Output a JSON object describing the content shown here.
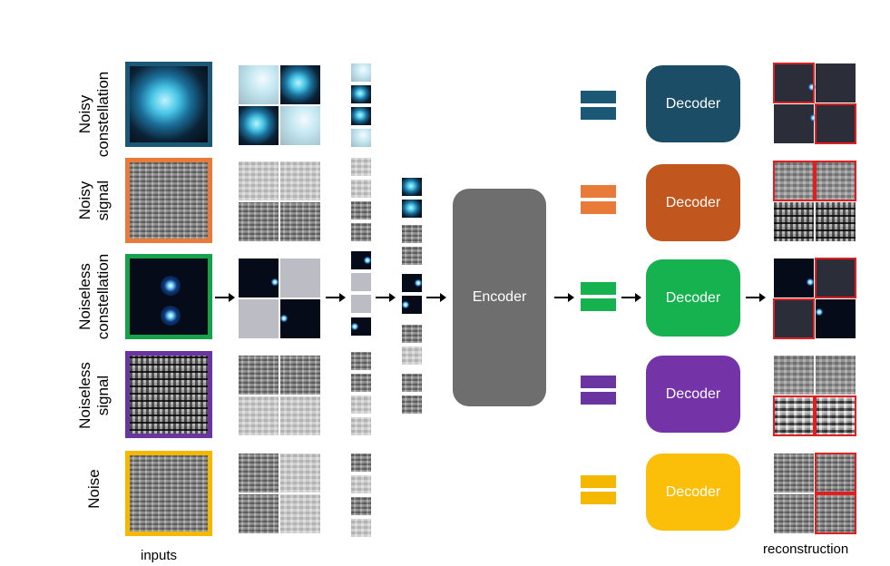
{
  "rows": [
    {
      "label_lines": [
        "Noisy",
        "constellation"
      ],
      "color": "#1b5876"
    },
    {
      "label_lines": [
        "Noisy",
        "signal"
      ],
      "color": "#e87a3a"
    },
    {
      "label_lines": [
        "Noiseless",
        "constellation"
      ],
      "color": "#14a34a"
    },
    {
      "label_lines": [
        "Noiseless",
        "signal"
      ],
      "color": "#6a35a0"
    },
    {
      "label_lines": [
        "Noise"
      ],
      "color": "#f5b800"
    }
  ],
  "encoder": {
    "label": "Encoder",
    "color": "#6e6e6e"
  },
  "decoders": [
    {
      "label": "Decoder",
      "color": "#1b5876"
    },
    {
      "label": "Decoder",
      "color": "#c2561f"
    },
    {
      "label": "Decoder",
      "color": "#16b24f"
    },
    {
      "label": "Decoder",
      "color": "#7434a8"
    },
    {
      "label": "Decoder",
      "color": "#fbbf0a"
    }
  ],
  "eq_colors": [
    "#1b5876",
    "#e87a3a",
    "#16b24f",
    "#6a35a0",
    "#f5b800"
  ],
  "captions": {
    "inputs": "inputs",
    "reconstruction": "reconstruction"
  },
  "highlight_color": "#e02020"
}
